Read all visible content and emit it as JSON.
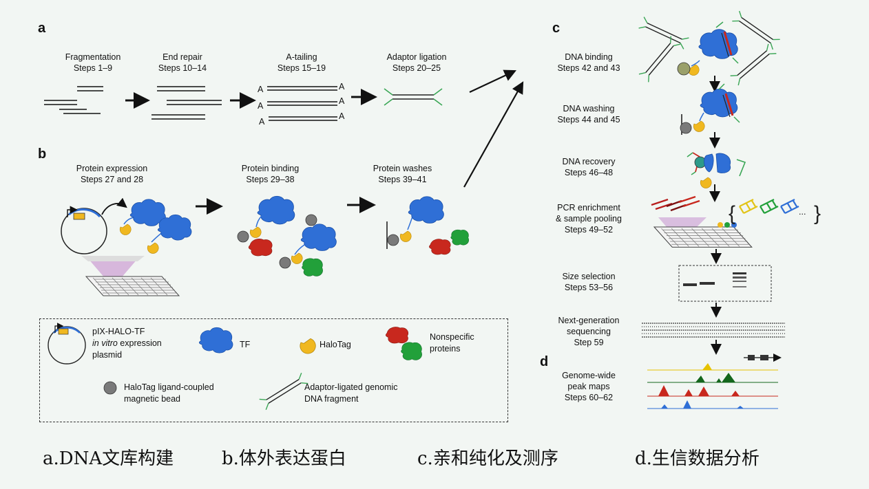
{
  "panels": {
    "a": "a",
    "b": "b",
    "c": "c",
    "d": "d"
  },
  "panel_a": {
    "steps": [
      {
        "name": "Fragmentation",
        "range": "Steps 1–9"
      },
      {
        "name": "End repair",
        "range": "Steps 10–14"
      },
      {
        "name": "A-tailing",
        "range": "Steps 15–19"
      },
      {
        "name": "Adaptor ligation",
        "range": "Steps 20–25"
      }
    ],
    "a_label": "A"
  },
  "panel_b": {
    "steps": [
      {
        "name": "Protein expression",
        "range": "Steps 27 and 28"
      },
      {
        "name": "Protein binding",
        "range": "Steps 29–38"
      },
      {
        "name": "Protein washes",
        "range": "Steps 39–41"
      }
    ]
  },
  "legend": {
    "plasmid_line1": "pIX-HALO-TF",
    "plasmid_line2_italic": "in vitro",
    "plasmid_line2_rest": " expression",
    "plasmid_line3": "plasmid",
    "tf": "TF",
    "halotag": "HaloTag",
    "nonspecific_line1": "Nonspecific",
    "nonspecific_line2": "proteins",
    "bead_line1": "HaloTag ligand-coupled",
    "bead_line2": "magnetic bead",
    "fragment_line1": "Adaptor-ligated genomic",
    "fragment_line2": "DNA fragment"
  },
  "panel_c": {
    "steps": [
      {
        "line1": "DNA binding",
        "line2": "Steps 42 and 43"
      },
      {
        "line1": "DNA washing",
        "line2": "Steps 44 and 45"
      },
      {
        "line1": "DNA recovery",
        "line2": "Steps 46–48"
      },
      {
        "line1": "PCR enrichment",
        "line2": "& sample pooling",
        "line3": "Steps 49–52"
      },
      {
        "line1": "Size selection",
        "line2": "Steps 53–56"
      },
      {
        "line1": "Next-generation",
        "line2": "sequencing",
        "line3": "Step 59"
      }
    ],
    "ellipsis": "..."
  },
  "panel_d": {
    "line1": "Genome-wide",
    "line2": "peak maps",
    "line3": "Steps 60–62"
  },
  "captions": [
    "a.DNA文库构建",
    "b.体外表达蛋白",
    "c.亲和纯化及测序",
    "d.生信数据分析"
  ],
  "colors": {
    "tf": "#2f6fd6",
    "halotag": "#f0b820",
    "nonspecific_red": "#c8281e",
    "nonspecific_green": "#22a03a",
    "bead": "#7a7a7a",
    "adaptor": "#3aa655"
  }
}
